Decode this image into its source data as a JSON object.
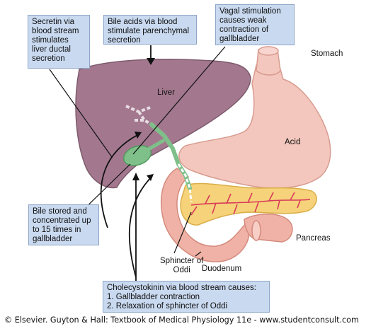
{
  "callouts": {
    "secretin": "Secretin via\nblood stream\nstimulates\nliver ductal\nsecretion",
    "bile_acids": "Bile acids via blood\nstimulate parenchymal\nsecretion",
    "vagal": "Vagal stimulation\ncauses weak\ncontraction of\ngallbladder",
    "bile_stored": "Bile stored and\nconcentrated up\nto 15 times in\ngallbladder",
    "cholecystokinin": "Cholecystokinin via blood stream causes:\n  1. Gallbladder contraction\n  2. Relaxation of sphincter of Oddi"
  },
  "labels": {
    "liver": "Liver",
    "stomach": "Stomach",
    "acid": "Acid",
    "pancreas": "Pancreas",
    "sphincter": "Sphincter of\nOddi",
    "duodenum": "Duodenum"
  },
  "credit": "© Elsevier. Guyton & Hall: Textbook of Medical Physiology 11e - www.studentconsult.com",
  "colors": {
    "liver": "#a3788f",
    "stomach": "#f3c7bd",
    "duodenum": "#f0b2a6",
    "pancreas": "#f6d27a",
    "vessels": "#d83b5a",
    "gallbladder": "#7fc08a",
    "callout_bg": "#c9d9ef"
  }
}
